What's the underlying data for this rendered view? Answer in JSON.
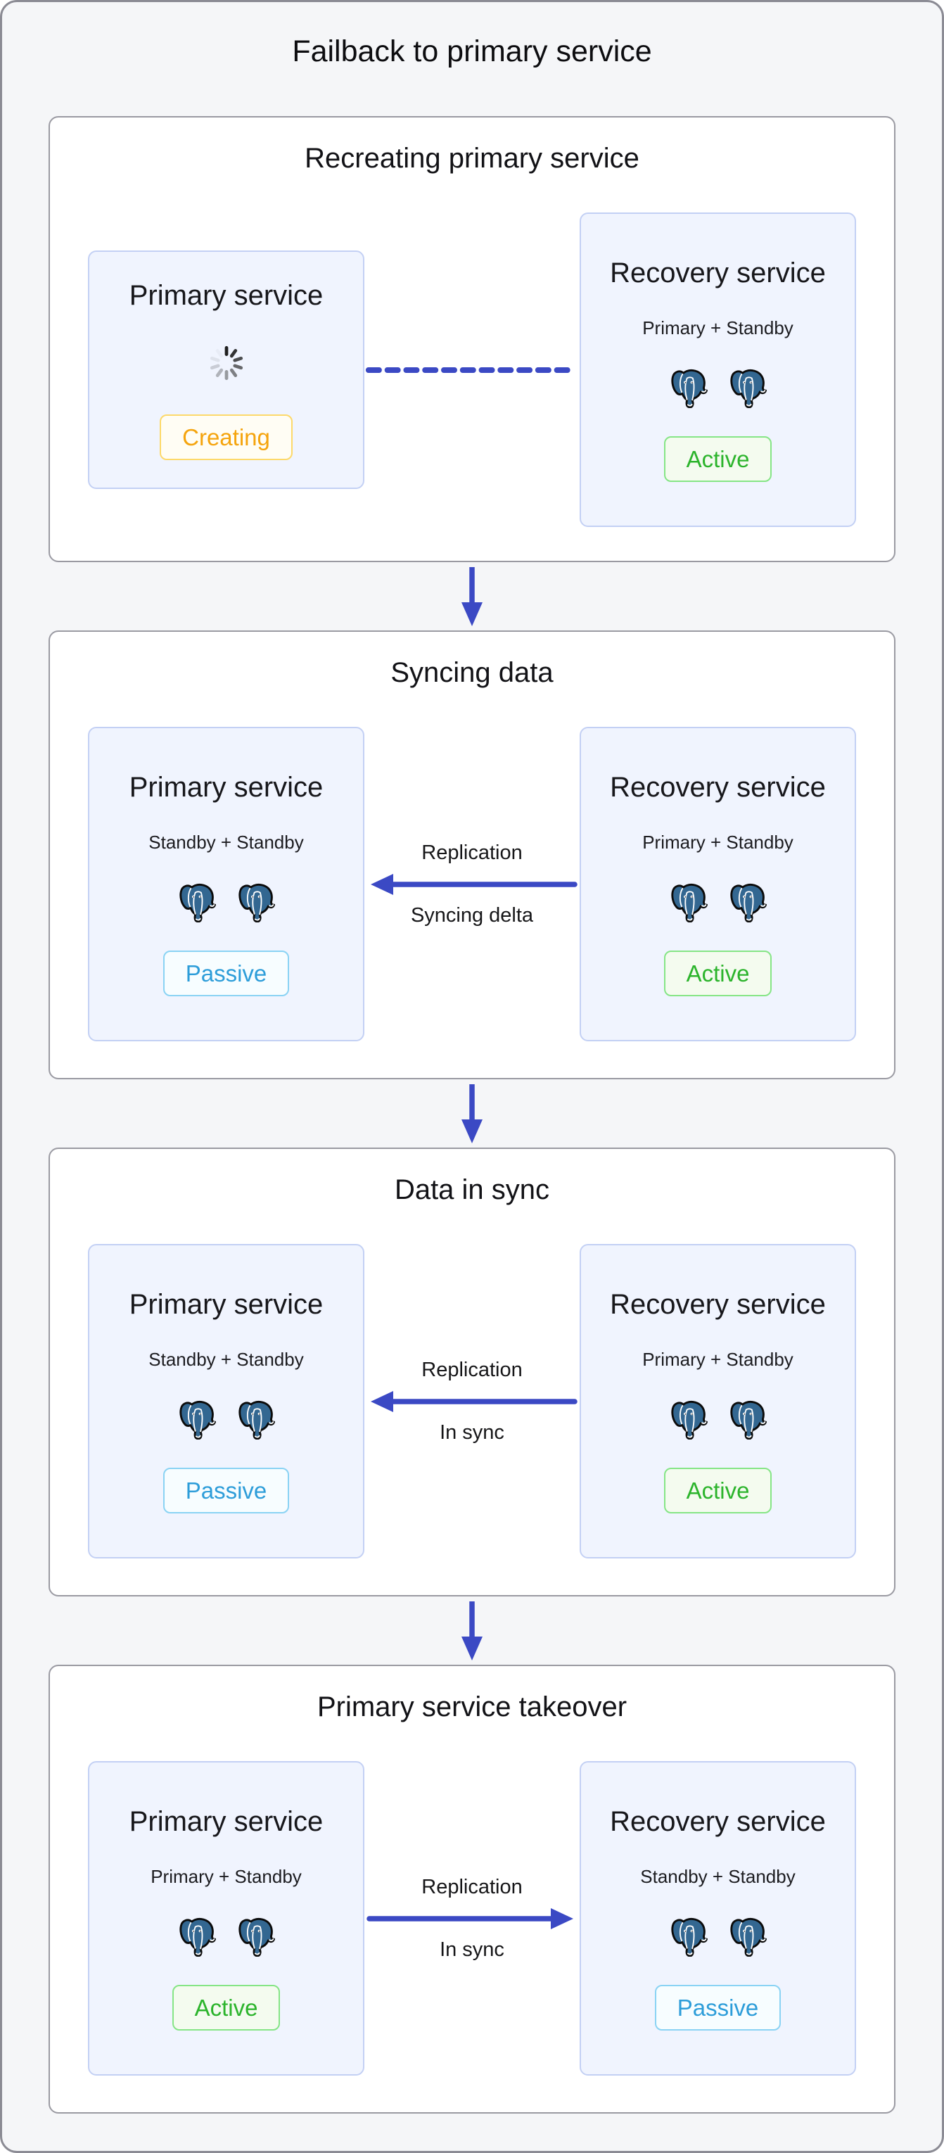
{
  "page": {
    "title": "Failback to primary service"
  },
  "colors": {
    "arrow_blue": "#3b49c4",
    "creating_orange": "#f5a40d",
    "active_green": "#2cb42c",
    "passive_blue": "#2d9dd9",
    "postgres_blue": "#336791",
    "node_fill": "#f0f4fe",
    "node_border": "#c3d0f4"
  },
  "icons": {
    "database": "postgres-elephant-icon",
    "loading": "spinner-icon",
    "panel_flow": "down-arrow-icon",
    "replication_left": "arrow-left-icon",
    "replication_right": "arrow-right-icon",
    "creating_link": "dashed-line-icon"
  },
  "panels": [
    {
      "title": "Recreating primary service",
      "left": {
        "title": "Primary service",
        "status": "Creating"
      },
      "right": {
        "title": "Recovery service",
        "subtitle": "Primary + Standby",
        "status": "Active"
      },
      "connector": {
        "style": "dashed",
        "label_top": "",
        "label_bottom": "",
        "direction": "none"
      }
    },
    {
      "title": "Syncing data",
      "left": {
        "title": "Primary service",
        "subtitle": "Standby + Standby",
        "status": "Passive"
      },
      "right": {
        "title": "Recovery service",
        "subtitle": "Primary + Standby",
        "status": "Active"
      },
      "connector": {
        "style": "solid",
        "label_top": "Replication",
        "label_bottom": "Syncing delta",
        "direction": "left"
      }
    },
    {
      "title": "Data in sync",
      "left": {
        "title": "Primary service",
        "subtitle": "Standby + Standby",
        "status": "Passive"
      },
      "right": {
        "title": "Recovery service",
        "subtitle": "Primary + Standby",
        "status": "Active"
      },
      "connector": {
        "style": "solid",
        "label_top": "Replication",
        "label_bottom": "In sync",
        "direction": "left"
      }
    },
    {
      "title": "Primary service takeover",
      "left": {
        "title": "Primary service",
        "subtitle": "Primary + Standby",
        "status": "Active"
      },
      "right": {
        "title": "Recovery service",
        "subtitle": "Standby + Standby",
        "status": "Passive"
      },
      "connector": {
        "style": "solid",
        "label_top": "Replication",
        "label_bottom": "In sync",
        "direction": "right"
      }
    }
  ]
}
